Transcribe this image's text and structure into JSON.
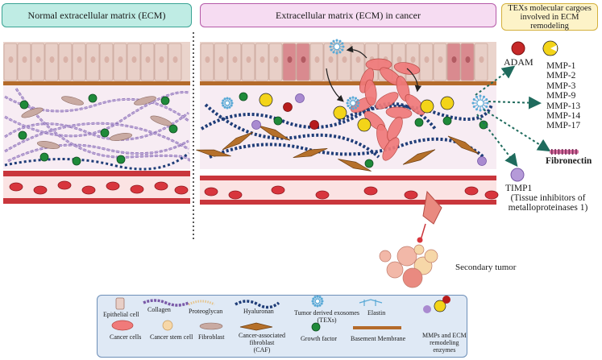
{
  "panels": {
    "normal_title": "Normal extracellular matrix (ECM)",
    "cancer_title": "Extracellular matrix (ECM) in cancer",
    "tex_title": "TEXs molecular cargoes involved in ECM remodeling"
  },
  "cargo": {
    "adam": "ADAM",
    "mmps": [
      "MMP-1",
      "MMP-2",
      "MMP-3",
      "MMP-9",
      "MMP-13",
      "MMP-14",
      "MMP-17"
    ],
    "fibronectin": "Fibronectin",
    "timp1": "TIMP1",
    "timp1_desc_line1": "(Tissue inhibitors of",
    "timp1_desc_line2": "metalloproteinases 1)"
  },
  "secondary_tumor": "Secondary tumor",
  "legend": {
    "epithelial_cell": "Epithelial cell",
    "collagen": "Collagen",
    "proteoglycan": "Proteoglycan",
    "hyaluronan": "Hyaluronan",
    "tex_line1": "Tumor derived exosomes",
    "tex_line2": "(TEXs)",
    "elastin": "Elastin",
    "cancer_cells": "Cancer cells",
    "cancer_stem_cell": "Cancer stem cell",
    "fibroblast": "Fibroblast",
    "caf_line1": "Cancer-associated",
    "caf_line2": "fibroblast",
    "caf_line3": "(CAF)",
    "growth_factor": "Growth factor",
    "basement_membrane": "Basement Membrane",
    "mmp_line1": "MMPs and ECM",
    "mmp_line2": "remodeling",
    "mmp_line3": "enzymes"
  },
  "colors": {
    "epithelium": "#e8cfc7",
    "epithelium_cancer": "#d98a8f",
    "basement_membrane": "#b46a2a",
    "matrix_bg": "#f7ecf3",
    "vessel_wall": "#c9363c",
    "rbc": "#d8353d",
    "growth_factor": "#1f8a3a",
    "collagen": "#7a5aa8",
    "hyaluronan": "#1f3d78",
    "tex": "#59a9d6",
    "mmp_yellow": "#f3d419",
    "mmp_red": "#b71c1c",
    "mmp_purple": "#a98ad0",
    "arrow_teal": "#1f6b5d",
    "tumor": "#f07a7a"
  }
}
